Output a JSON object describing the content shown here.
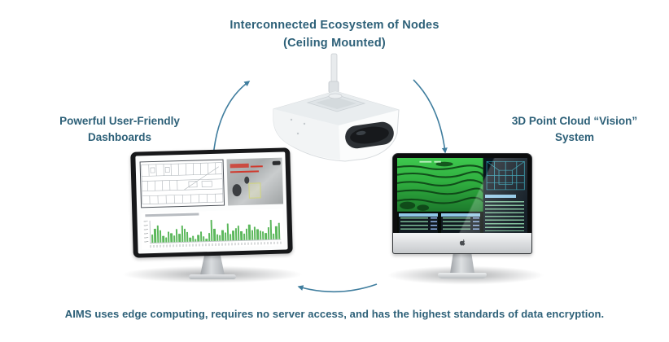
{
  "colors": {
    "text_blue": "#2d6078",
    "arrow": "#3f7d9e",
    "bar_green": "#5cb85c",
    "pointcloud_line": "#0c3d14"
  },
  "title": {
    "line1": "Interconnected Ecosystem of Nodes",
    "line2": "(Ceiling Mounted)"
  },
  "left_label": {
    "line1": "Powerful User-Friendly",
    "line2": "Dashboards"
  },
  "right_label": {
    "line1": "3D Point Cloud “Vision”",
    "line2": "System"
  },
  "footer": {
    "text": "AIMS uses edge computing, requires no server access, and has the highest standards of data encryption."
  },
  "dashboard_monitor": {
    "chart_data": {
      "type": "bar",
      "values": [
        38,
        62,
        78,
        55,
        30,
        22,
        48,
        40,
        28,
        60,
        35,
        72,
        58,
        42,
        18,
        25,
        12,
        30,
        45,
        20,
        10,
        38,
        95,
        55,
        30,
        25,
        48,
        35,
        78,
        30,
        42,
        55,
        65,
        40,
        28,
        52,
        70,
        45,
        58,
        48,
        40,
        35,
        30,
        55,
        88,
        25,
        60,
        72
      ],
      "title": "",
      "note": "green activity bar chart on dashboard (labels not legible)"
    }
  }
}
